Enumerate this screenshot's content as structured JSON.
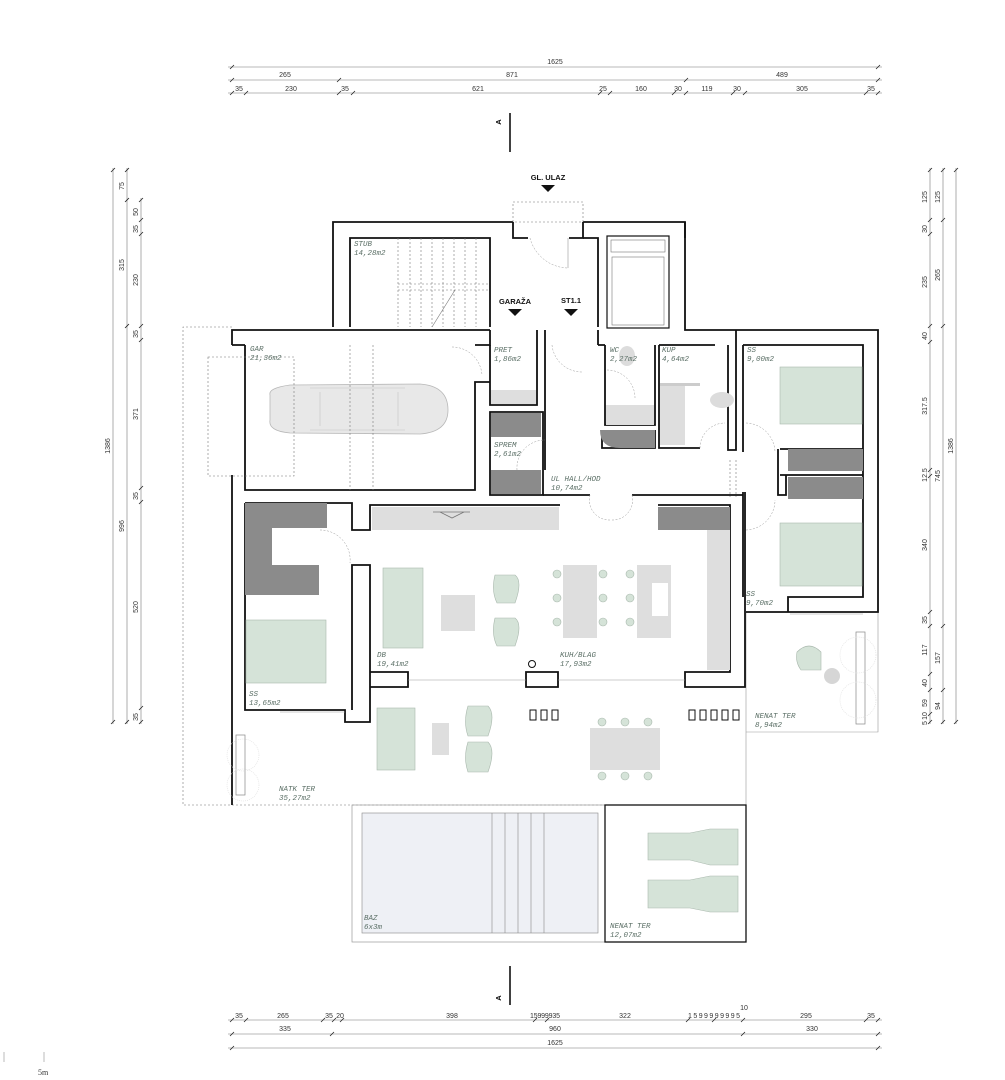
{
  "dimensions": {
    "top": {
      "total": "1625",
      "row2": [
        "265",
        "871",
        "489"
      ],
      "row3": [
        "35",
        "230",
        "35",
        "621",
        "25",
        "160",
        "30",
        "119",
        "30",
        "305",
        "35"
      ]
    },
    "bottom": {
      "row1": [
        "35",
        "265",
        "35",
        "20",
        "398",
        "15999935",
        "322",
        "1599999995",
        "10",
        "295",
        "35"
      ],
      "row2": [
        "335",
        "960",
        "330"
      ],
      "total": "1625"
    },
    "left": {
      "total": "1386",
      "col2": [
        "75",
        "315",
        "996"
      ],
      "col3": [
        "50",
        "35",
        "230",
        "35",
        "371",
        "35",
        "520",
        "35"
      ]
    },
    "right": {
      "col1": [
        "125",
        "30",
        "235",
        "40",
        "317.5",
        "12.5",
        "340",
        "35",
        "117",
        "40",
        "59",
        "10",
        "5"
      ],
      "col2": [
        "125",
        "265",
        "745",
        "157",
        "94"
      ],
      "total": "1386"
    }
  },
  "markers": {
    "main_entrance": "GL. ULAZ",
    "garage": "GARAŽA",
    "stair": "ST1.1",
    "section": "A"
  },
  "rooms": [
    {
      "name": "STUB",
      "area": "14,28m2"
    },
    {
      "name": "GAR",
      "area": "21,36m2"
    },
    {
      "name": "PRET",
      "area": "1,86m2"
    },
    {
      "name": "WC",
      "area": "2,27m2"
    },
    {
      "name": "KUP",
      "area": "4,64m2"
    },
    {
      "name": "SS",
      "area": "9,00m2"
    },
    {
      "name": "SPREM",
      "area": "2,61m2"
    },
    {
      "name": "UL HALL/HOD",
      "area": "10,74m2"
    },
    {
      "name": "DB",
      "area": "19,41m2"
    },
    {
      "name": "KUH/BLAG",
      "area": "17,93m2"
    },
    {
      "name": "SS",
      "area": "9,70m2"
    },
    {
      "name": "SS",
      "area": "13,65m2"
    },
    {
      "name": "NENAT TER",
      "area": "8,94m2"
    },
    {
      "name": "NATK TER",
      "area": "35,27m2"
    },
    {
      "name": "BAZ",
      "area": "6x3m"
    },
    {
      "name": "NENAT TER",
      "area": "12,07m2"
    }
  ],
  "scale_bar": {
    "label": "5m"
  },
  "colors": {
    "furniture_green": "#d5e3d8",
    "dark_block": "#8b8b8b",
    "pool": "#eef0f5",
    "room_label": "#5b6f66"
  }
}
